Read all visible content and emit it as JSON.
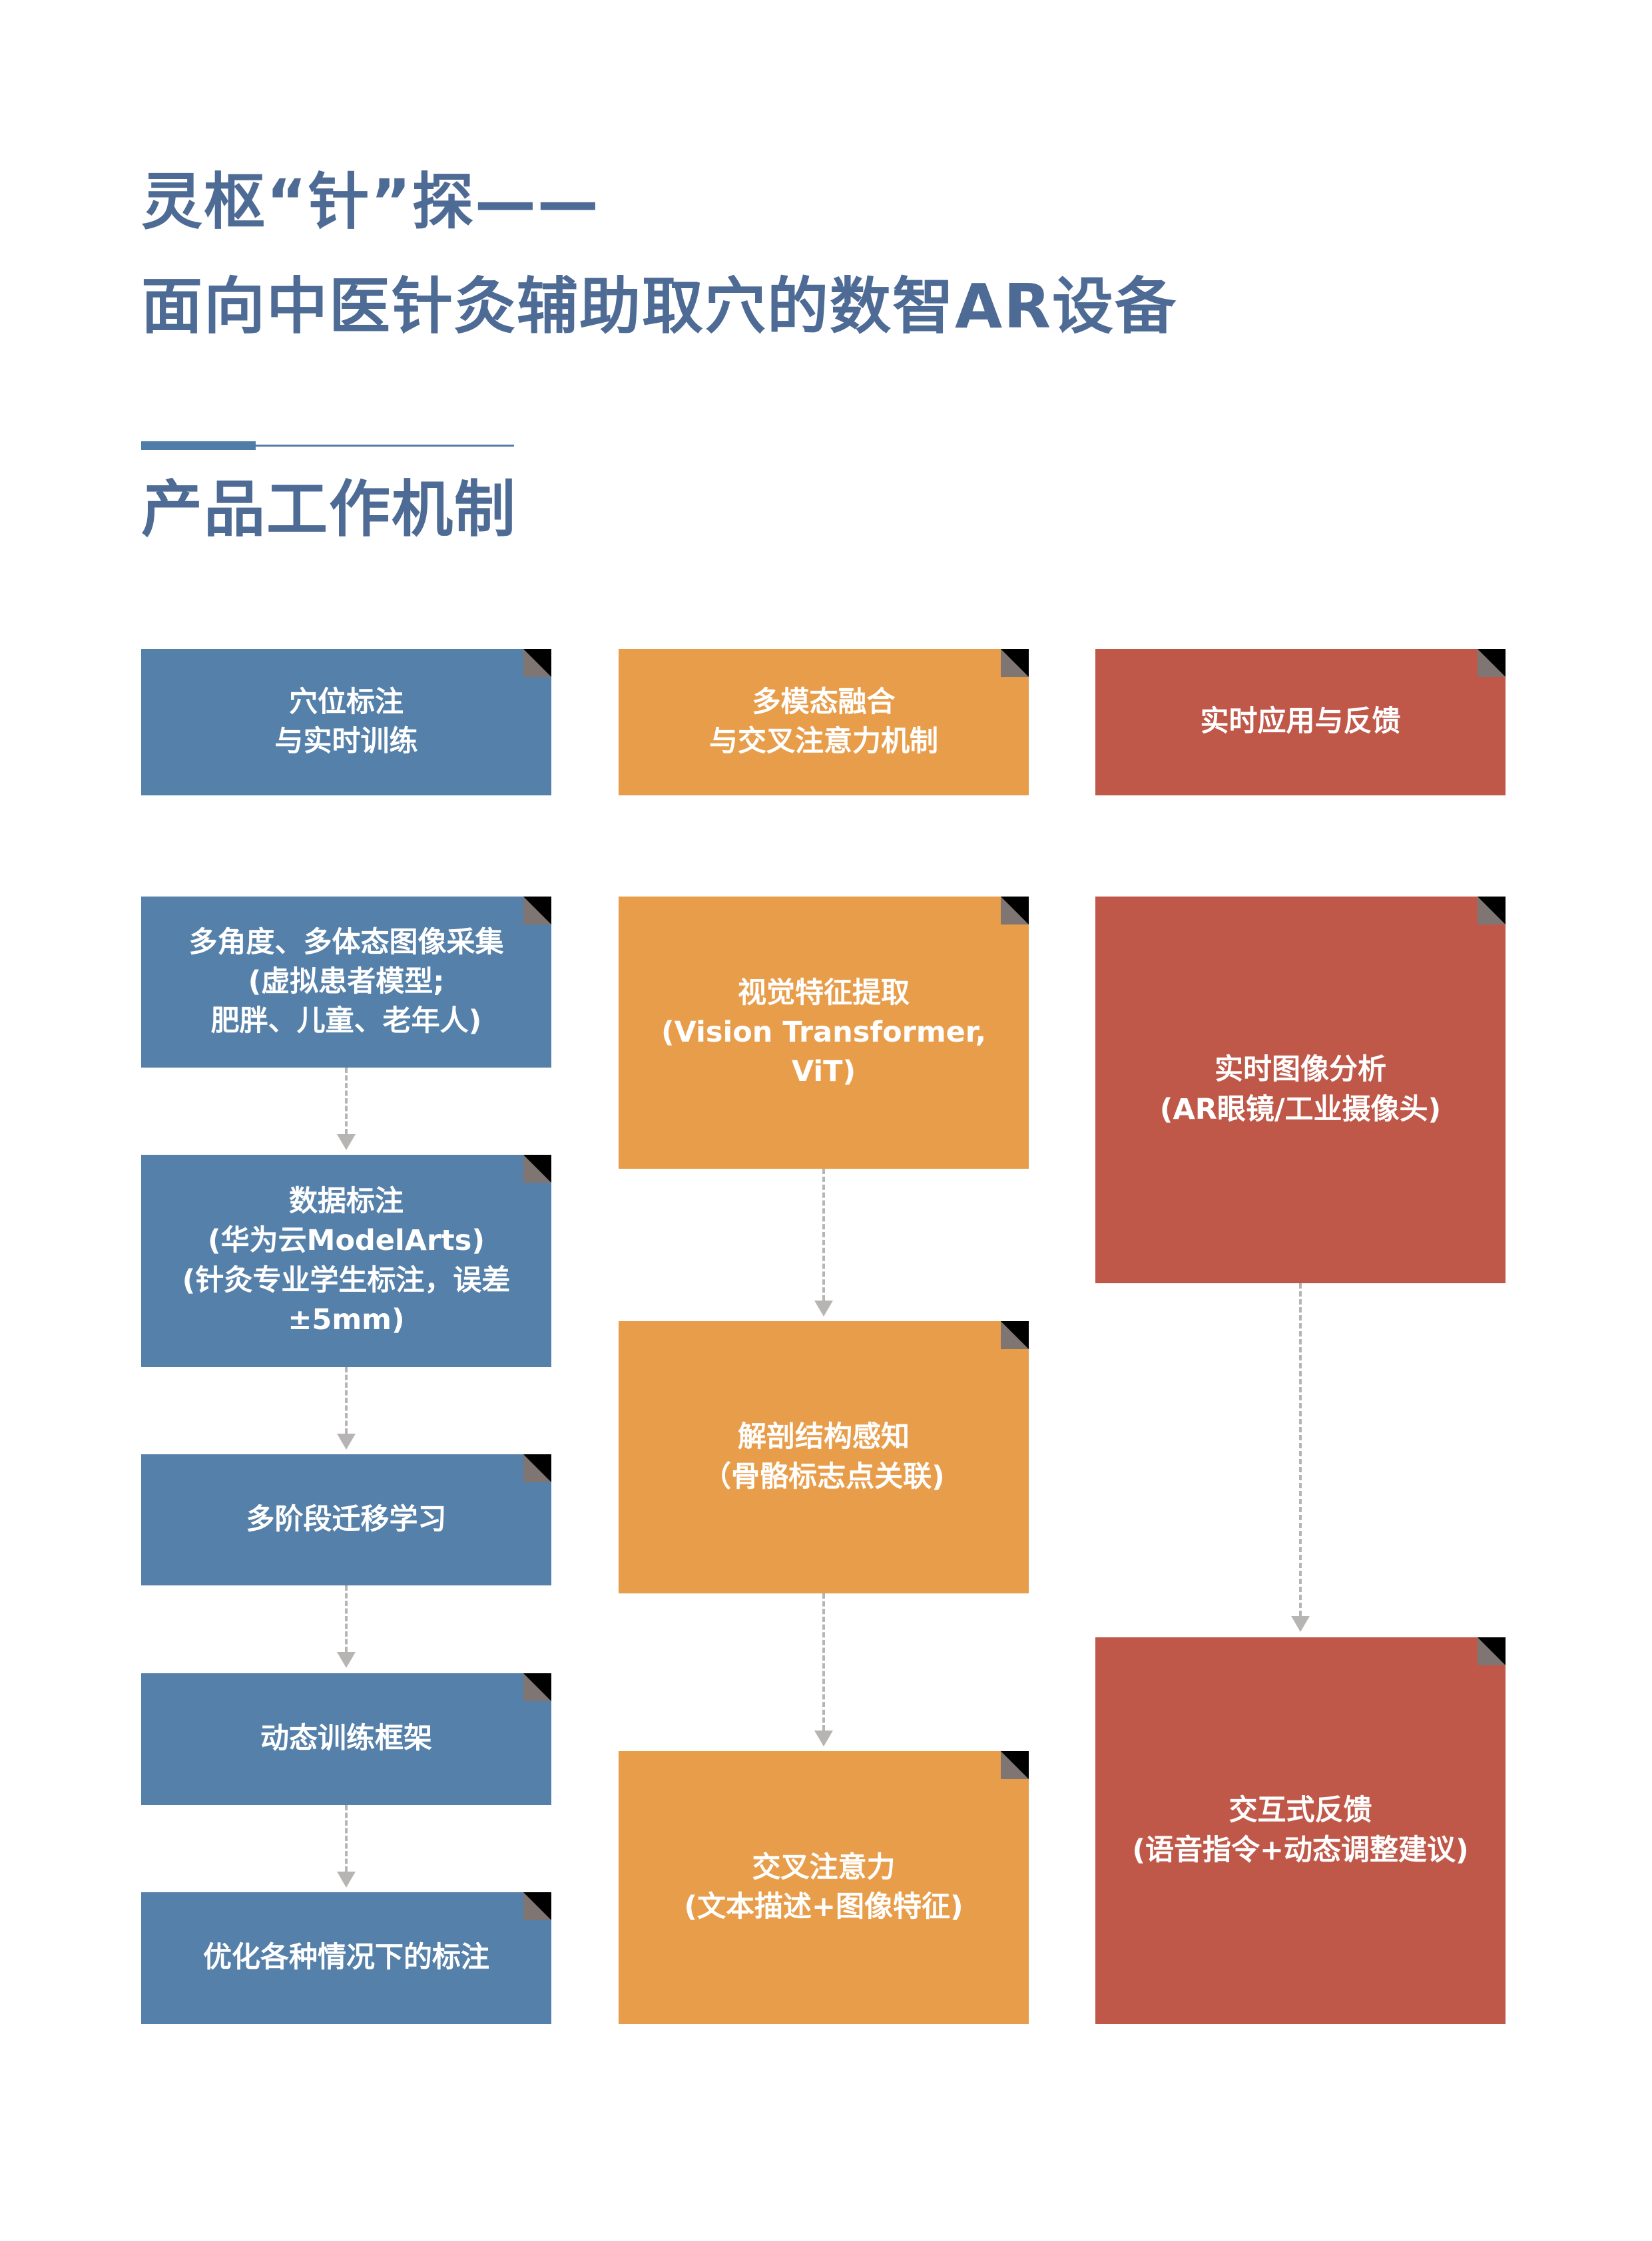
{
  "title_line1": "灵枢“针”探——",
  "title_line2": "面向中医针灸辅助取穴的数智AR设备",
  "section_title": "产品工作机制",
  "colors": {
    "blue": "#5580a9",
    "orange": "#e89d4b",
    "red": "#c05849",
    "title": "#4d6b94"
  },
  "columns": [
    {
      "header": "穴位标注\n与实时训练",
      "steps": [
        "多角度、多体态图像采集\n(虚拟患者模型;\n肥胖、儿童、老年人)",
        "数据标注\n(华为云ModelArts)\n(针灸专业学生标注，误差\n±5mm)",
        "多阶段迁移学习",
        "动态训练框架",
        "优化各种情况下的标注"
      ]
    },
    {
      "header": "多模态融合\n与交叉注意力机制",
      "steps": [
        "视觉特征提取\n(Vision Transformer, ViT)",
        "解剖结构感知\n（骨骼标志点关联)",
        "交叉注意力\n(文本描述+图像特征)"
      ]
    },
    {
      "header": "实时应用与反馈",
      "steps": [
        "实时图像分析\n(AR眼镜/工业摄像头)",
        "交互式反馈\n(语音指令+动态调整建议)"
      ]
    }
  ]
}
